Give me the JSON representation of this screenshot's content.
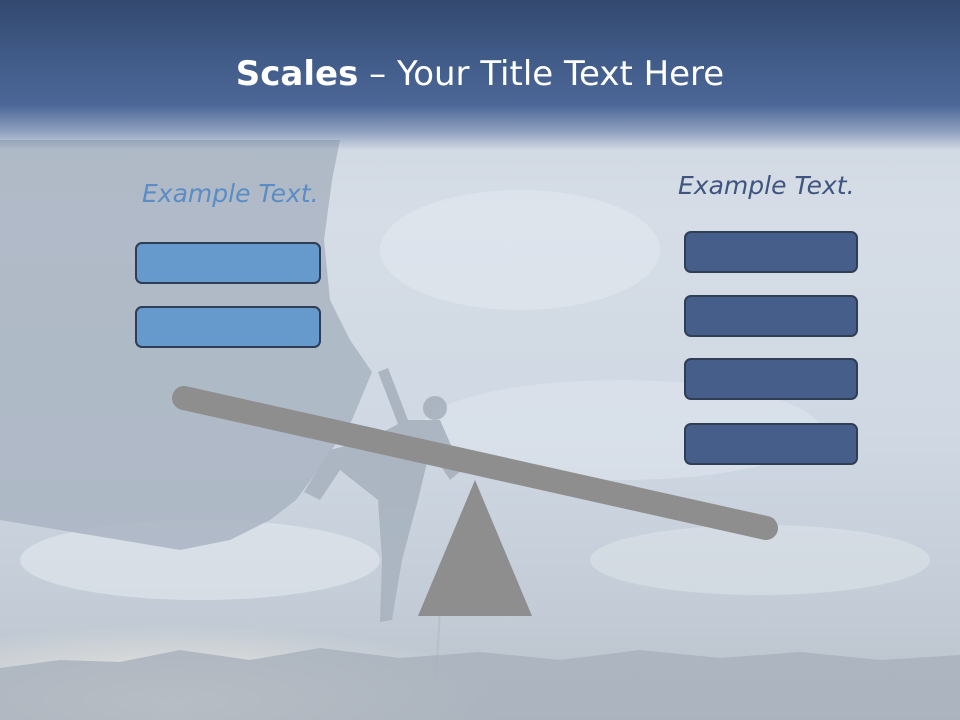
{
  "title": {
    "bold": "Scales",
    "rest": " – Your Title Text Here"
  },
  "left_column": {
    "label": "Example Text.",
    "boxes": [
      "",
      ""
    ]
  },
  "right_column": {
    "label": "Example Text.",
    "boxes": [
      "",
      "",
      "",
      ""
    ]
  },
  "colors": {
    "header": "#3f5a86",
    "left_label": "#5b8cc4",
    "right_label": "#3f5580",
    "left_box_fill": "#6699cc",
    "right_box_fill": "#465f8a",
    "box_border": "#2f3d55",
    "scale_gray": "#8e8e8e"
  },
  "background": {
    "description_icon": "rock-climber-silhouette"
  }
}
